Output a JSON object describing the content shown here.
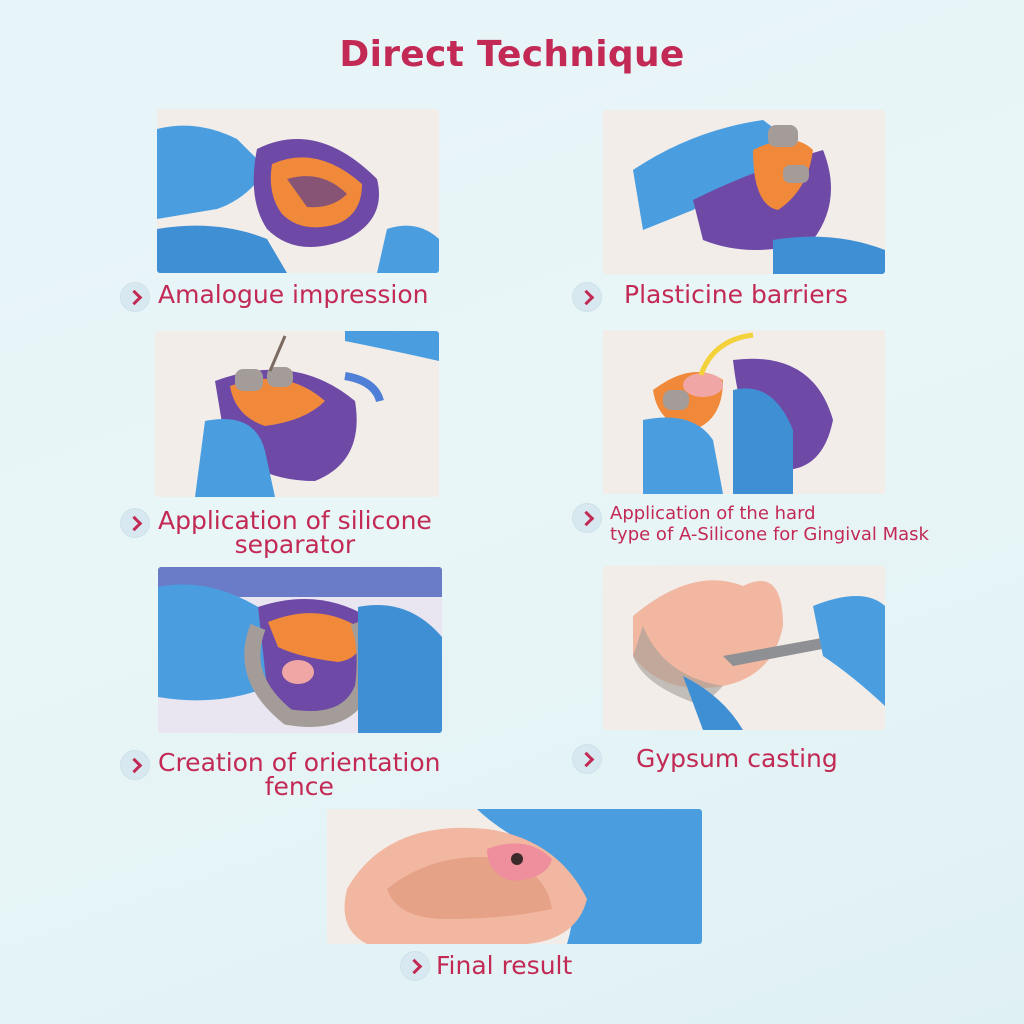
{
  "title": "Direct Technique",
  "steps": [
    {
      "lines": [
        "Amalogue impression"
      ]
    },
    {
      "lines": [
        "Plasticine barriers"
      ]
    },
    {
      "lines": [
        "Application of silicone",
        "separator"
      ]
    },
    {
      "lines": [
        "Application of the hard",
        "type of A-Silicone for Gingival Mask"
      ]
    },
    {
      "lines": [
        "Creation of orientation",
        "fence"
      ]
    },
    {
      "lines": [
        "Gypsum casting"
      ]
    },
    {
      "lines": [
        "Final result"
      ]
    }
  ],
  "colors": {
    "accent": "#c22a55",
    "glove": "#4a9ee0",
    "tray_purple": "#6e4aa6",
    "silicone_orange": "#f08a3a",
    "gypsum": "#f1b7a0",
    "putty_gray": "#a49c98"
  },
  "icons": {
    "bullet": "chevron-right-icon"
  }
}
